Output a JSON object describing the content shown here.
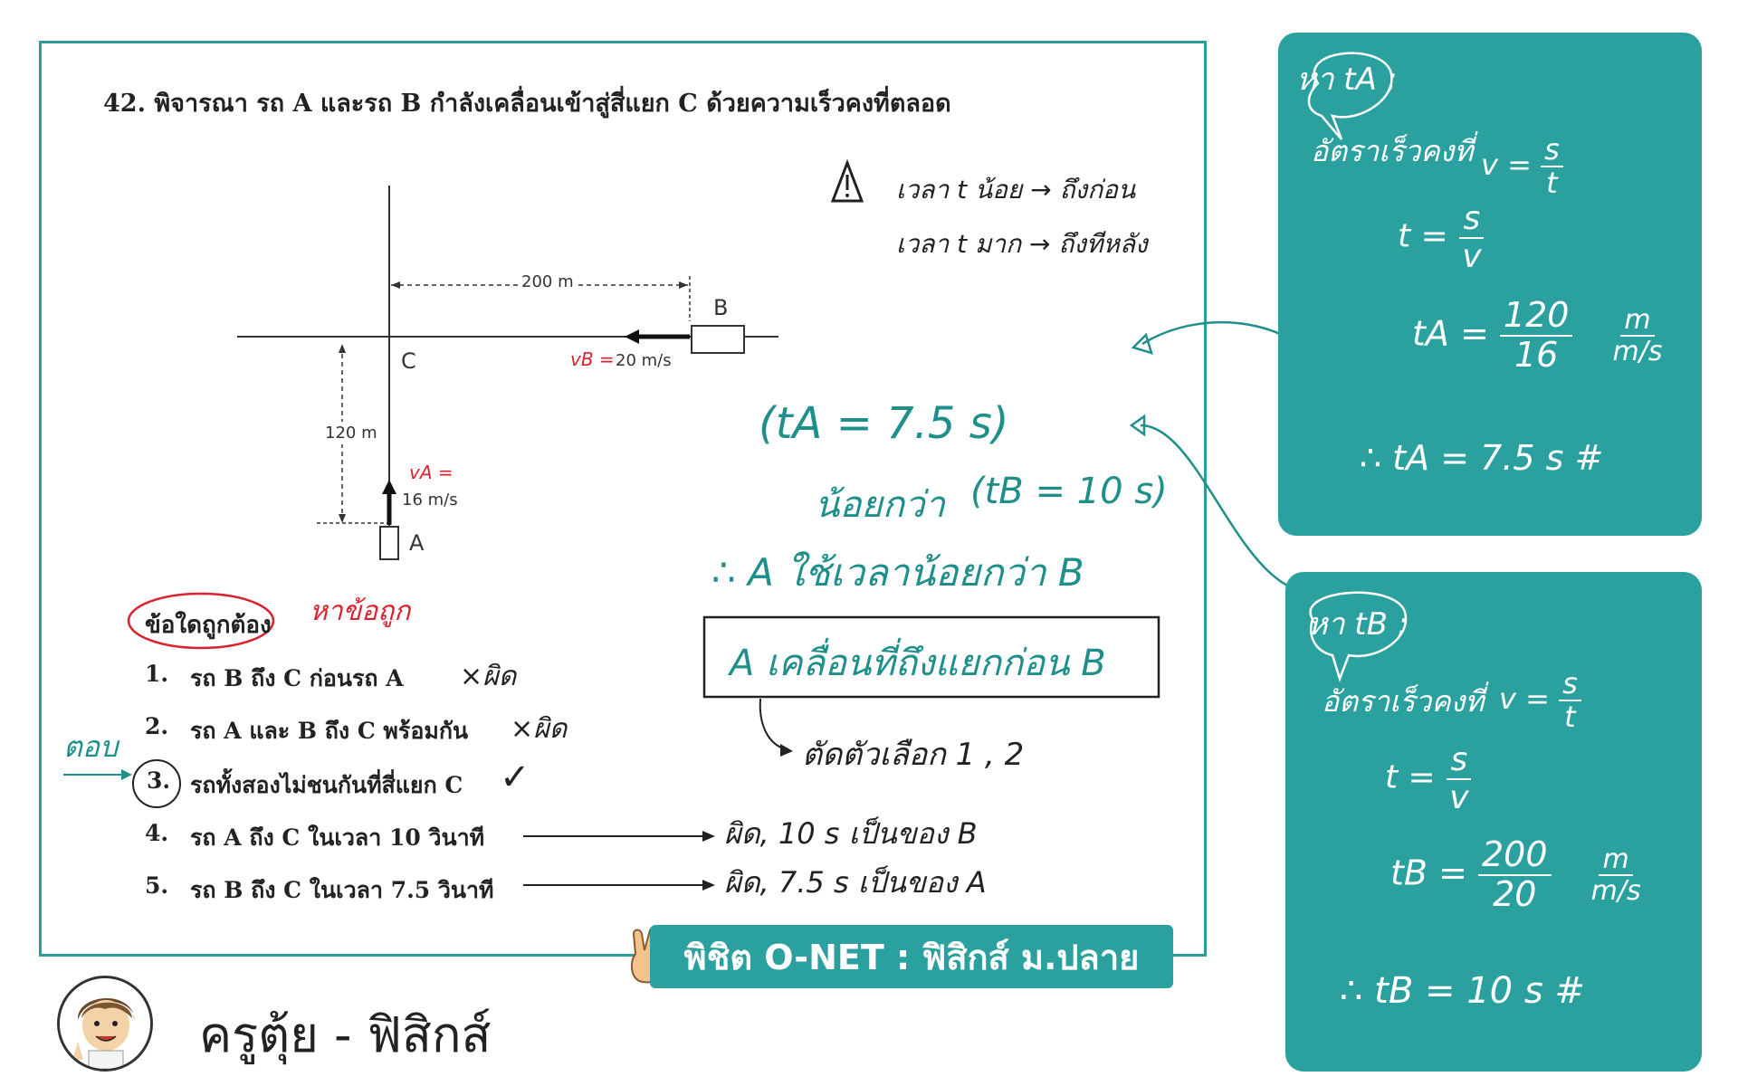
{
  "question": {
    "title": "42. พิจารณา รถ A และรถ B กำลังเคลื่อนเข้าสู่สี่แยก C ด้วยความเร็วคงที่ตลอด",
    "prompt": "ข้อใดถูกต้อง",
    "prompt_note": "หาข้อถูก",
    "choices": [
      {
        "num": "1.",
        "text": "รถ B ถึง C ก่อนรถ A",
        "mark": "×ผิด"
      },
      {
        "num": "2.",
        "text": "รถ A และ B ถึง C พร้อมกัน",
        "mark": "×ผิด"
      },
      {
        "num": "3.",
        "text": "รถทั้งสองไม่ชนกันที่สี่แยก C",
        "mark": "✓"
      },
      {
        "num": "4.",
        "text": "รถ A ถึง C ในเวลา 10 วินาที",
        "mark": "ผิด, 10 s เป็นของ B"
      },
      {
        "num": "5.",
        "text": "รถ B ถึง C ในเวลา 7.5 วินาที",
        "mark": "ผิด, 7.5 s เป็นของ A"
      }
    ],
    "answer_label": "ตอบ"
  },
  "diagram": {
    "dist_b": "200 m",
    "dist_a": "120 m",
    "label_b": "B",
    "label_c": "C",
    "label_a": "A",
    "vb_label": "vB =",
    "vb_value": "20 m/s",
    "va_label": "vA =",
    "va_value": "16 m/s"
  },
  "notes": {
    "warning_line1": "เวลา t น้อย → ถึงก่อน",
    "warning_line2": "เวลา t มาก → ถึงทีหลัง",
    "ta_result": "(tA = 7.5 s)",
    "less_than": "น้อยกว่า",
    "tb_result": "(tB = 10 s)",
    "conclusion": "∴ A ใช้เวลาน้อยกว่า B",
    "box_text": "A เคลื่อนที่ถึงแยกก่อน B",
    "eliminate": "ตัดตัวเลือก 1 , 2"
  },
  "panel_a": {
    "heading": "หา tA ;",
    "rate_text": "อัตราเร็วคงที่",
    "formula_v": "v =",
    "formula_t": "t =",
    "frac_s": "s",
    "frac_t": "t",
    "frac_v": "v",
    "ta_eq": "tA =",
    "ta_num": "120",
    "ta_den": "16",
    "unit_num": "m",
    "unit_den": "m/s",
    "result": "∴ tA = 7.5 s #"
  },
  "panel_b": {
    "heading": "หา tB ;",
    "rate_text": "อัตราเร็วคงที่",
    "formula_v": "v =",
    "formula_t": "t =",
    "frac_s": "s",
    "frac_t": "t",
    "frac_v": "v",
    "tb_eq": "tB =",
    "tb_num": "200",
    "tb_den": "20",
    "unit_num": "m",
    "unit_den": "m/s",
    "result": "∴ tB = 10 s #"
  },
  "footer": {
    "banner": "พิชิต O-NET : ฟิสิกส์ ม.ปลาย",
    "teacher": "ครูตุ้ย - ฟิสิกส์"
  },
  "colors": {
    "teal": "#2aa09f",
    "red": "#d9232e"
  }
}
